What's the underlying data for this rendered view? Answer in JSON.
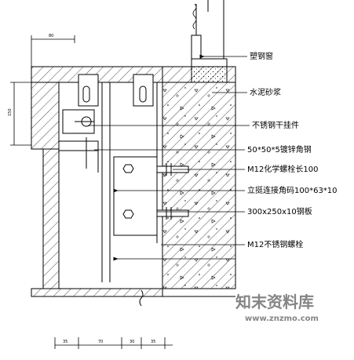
{
  "callouts": [
    {
      "id": "steel-window",
      "text": "塑钢窗"
    },
    {
      "id": "cement-mortar",
      "text": "水泥砂浆"
    },
    {
      "id": "stainless-hanger",
      "text": "不锈钢干挂件"
    },
    {
      "id": "galv-angle",
      "text": "50*50*5镀锌角钢"
    },
    {
      "id": "chem-bolt",
      "text": "M12化学螺栓长100"
    },
    {
      "id": "vertical-angle",
      "text": "立挺连接角码100*63*10"
    },
    {
      "id": "steel-plate",
      "text": "300x250x10钢板"
    },
    {
      "id": "stainless-bolt",
      "text": "M12不锈钢螺栓"
    }
  ],
  "dimensions": {
    "top": "80",
    "left": "150",
    "bottom": [
      "35",
      "70",
      "30",
      "35"
    ]
  },
  "watermark": {
    "brand": "知末资料库",
    "url": "www.znzmo.com"
  }
}
